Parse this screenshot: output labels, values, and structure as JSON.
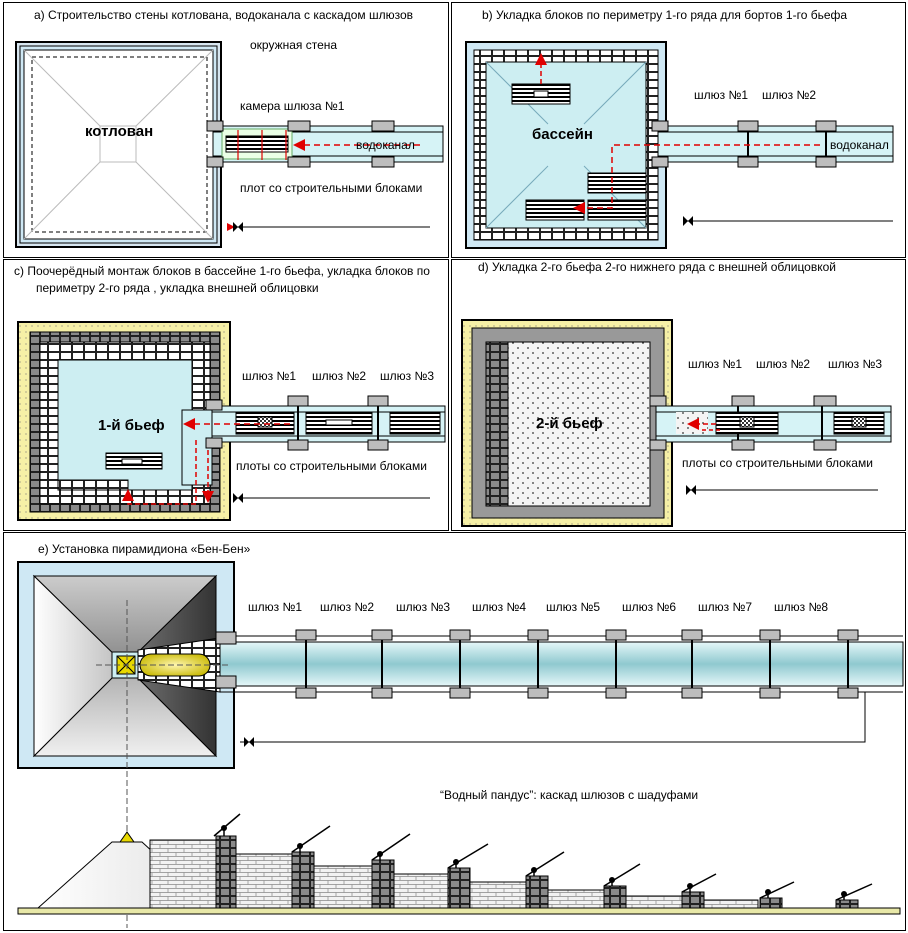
{
  "panel_a": {
    "caption": "a)  Строительство стены котлована, водоканала с каскадом шлюзов",
    "pit_label": "котлован",
    "wall_label": "окружная стена",
    "lock_chamber_label": "камера шлюза №1",
    "canal_label": "водоканал",
    "raft_label": "плот со строительными блоками"
  },
  "panel_b": {
    "caption": "b) Укладка блоков по периметру 1-го ряда для бортов 1-го бьефа",
    "pool_label": "бассейн",
    "canal_label": "водоканал",
    "locks": [
      "шлюз №1",
      "шлюз №2"
    ]
  },
  "panel_c": {
    "caption_line1": "c) Поочерёдный монтаж блоков в бассейне 1-го бьефа, укладка блоков по",
    "caption_line2": "периметру 2-го ряда , укладка внешней облицовки",
    "reach_label": "1-й бьеф",
    "locks": [
      "шлюз №1",
      "шлюз №2",
      "шлюз №3"
    ],
    "rafts_label": "плоты со строительными блоками"
  },
  "panel_d": {
    "caption": "d) Укладка 2-го бьефа 2-го нижнего ряда с внешней облицовкой",
    "reach_label": "2-й бьеф",
    "locks": [
      "шлюз №1",
      "шлюз №2",
      "шлюз №3"
    ],
    "rafts_label": "плоты со строительными блоками"
  },
  "panel_e": {
    "caption": "e) Установка пирамидиона «Бен-Бен»",
    "locks": [
      "шлюз №1",
      "шлюз №2",
      "шлюз №3",
      "шлюз №4",
      "шлюз №5",
      "шлюз №6",
      "шлюз №7",
      "шлюз №8"
    ],
    "ramp_caption": "“Водный пандус”: каскад шлюзов с шадуфами"
  },
  "colors": {
    "water": "#cdeef2",
    "water_dark": "#9fd3d8",
    "arrow": "#e00000",
    "sand": "#f6f0a6",
    "stone": "#bdbdbd"
  }
}
